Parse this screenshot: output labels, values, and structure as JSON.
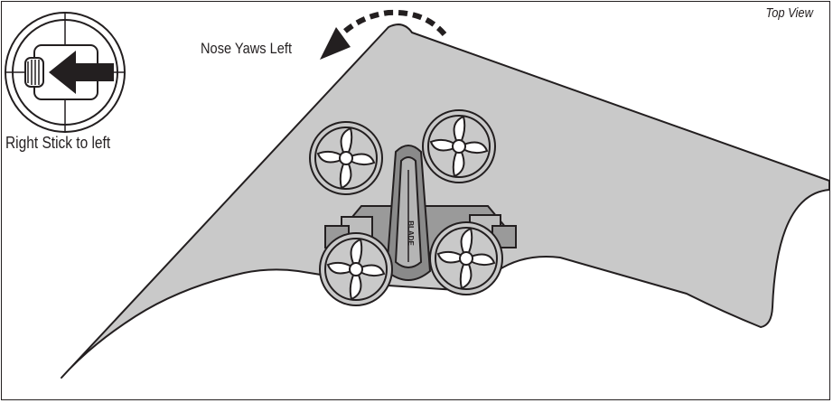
{
  "view_label": "Top View",
  "yaw_label": "Nose Yaws Left",
  "stick_label": "Right Stick to left",
  "drone_brand_mark": "BLADE",
  "colors": {
    "outline": "#231f20",
    "wing_fill": "#c9c9c9",
    "background": "#ffffff",
    "drone_gray": "#9a9a9a"
  },
  "icons": [
    "transmitter-stick-gimbal-icon",
    "left-arrow-icon",
    "curved-yaw-arrow-icon",
    "quadcopter-drone-icon"
  ]
}
